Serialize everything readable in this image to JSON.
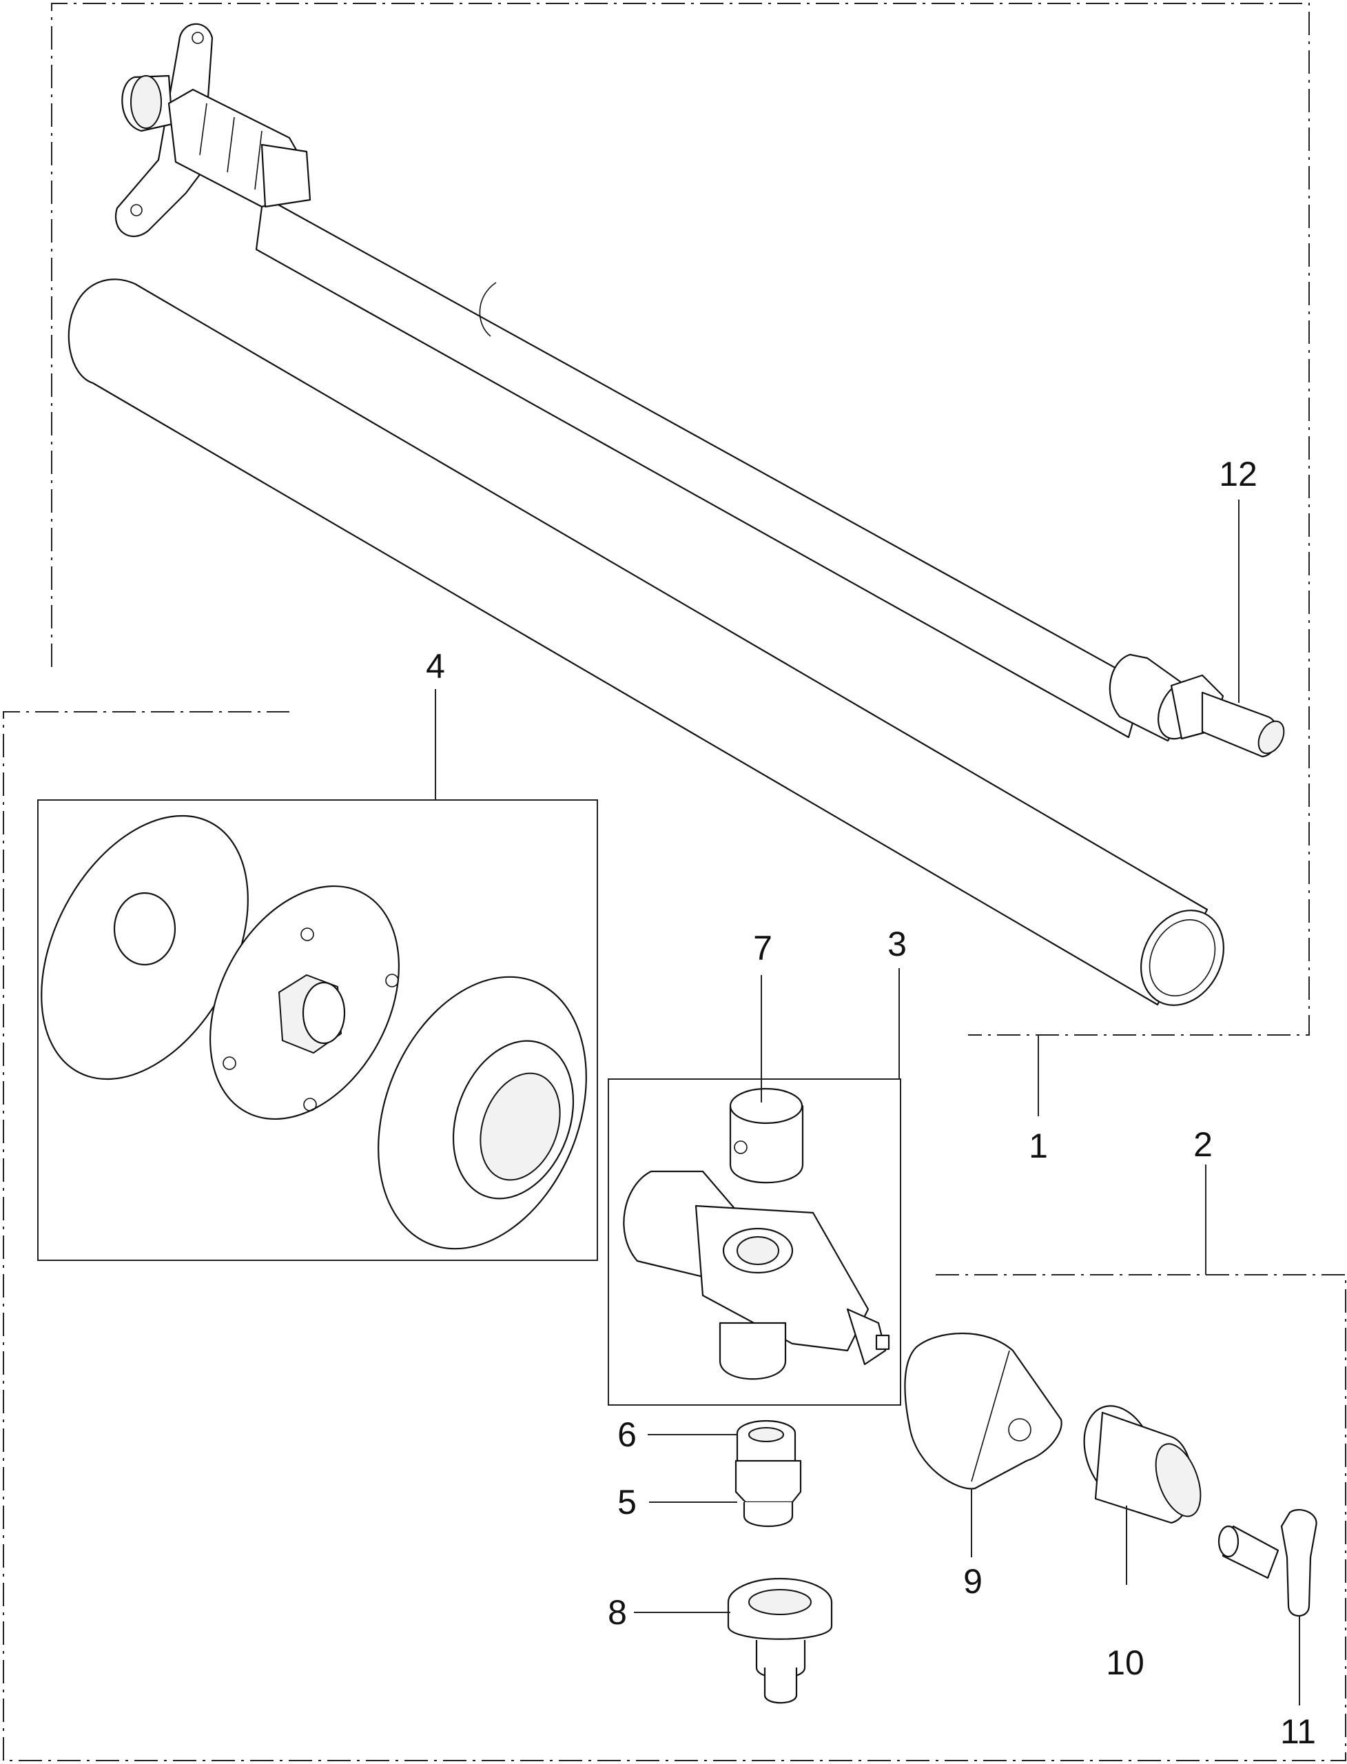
{
  "figure": {
    "type": "exploded-parts-diagram",
    "callouts": [
      {
        "id": "c1",
        "label": "1"
      },
      {
        "id": "c2",
        "label": "2"
      },
      {
        "id": "c3",
        "label": "3"
      },
      {
        "id": "c4",
        "label": "4"
      },
      {
        "id": "c5",
        "label": "5"
      },
      {
        "id": "c6",
        "label": "6"
      },
      {
        "id": "c7",
        "label": "7"
      },
      {
        "id": "c8",
        "label": "8"
      },
      {
        "id": "c9",
        "label": "9"
      },
      {
        "id": "c10",
        "label": "10"
      },
      {
        "id": "c11",
        "label": "11"
      },
      {
        "id": "c12",
        "label": "12"
      }
    ]
  }
}
